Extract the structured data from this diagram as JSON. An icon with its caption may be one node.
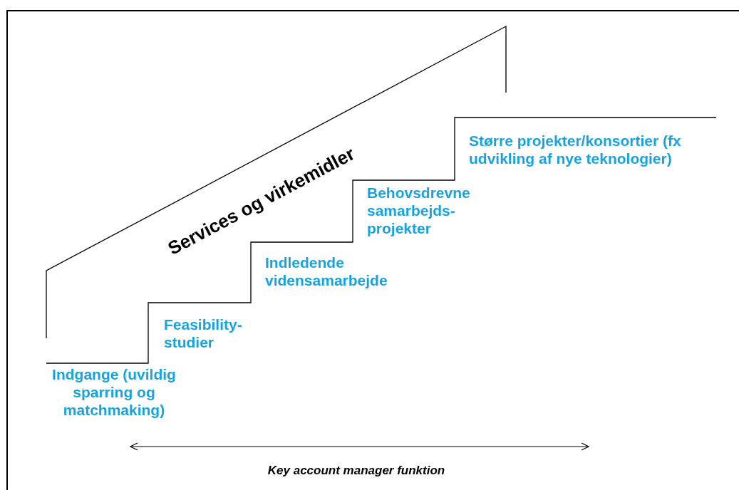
{
  "diagram": {
    "labels": [
      "Services og virkemidler",
      "Større projekter/konsortier (fx udvikling af nye teknologier)",
      "Behovsdrevne samarbejds-projekter",
      "Indledende vidensamarbejde",
      "Feasibility-studier",
      "Indgange (uvildig sparring og matchmaking)",
      "Key account manager funktion"
    ]
  }
}
